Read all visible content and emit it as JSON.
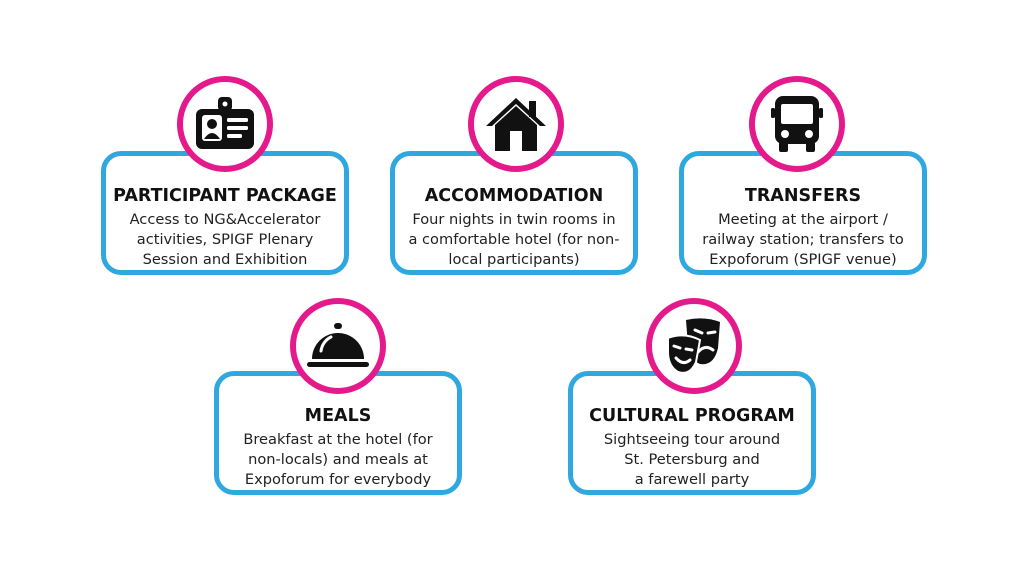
{
  "colors": {
    "card_border": "#2fa8e0",
    "icon_ring": "#e4198c",
    "text": "#111111",
    "background": "#ffffff"
  },
  "items": [
    {
      "icon": "id-badge-icon",
      "title": "PARTICIPANT PACKAGE",
      "lines": [
        "Access to NG&Accelerator",
        "activities, SPIGF Plenary",
        "Session and Exhibition"
      ]
    },
    {
      "icon": "house-icon",
      "title": "ACCOMMODATION",
      "lines": [
        "Four nights in twin rooms in",
        "a comfortable hotel (for non-",
        "local participants)"
      ]
    },
    {
      "icon": "bus-icon",
      "title": "TRANSFERS",
      "lines": [
        "Meeting at the airport /",
        "railway station; transfers to",
        "Expoforum (SPIGF venue)"
      ]
    },
    {
      "icon": "food-cloche-icon",
      "title": "MEALS",
      "lines": [
        "Breakfast at the hotel (for",
        "non-locals) and meals at",
        "Expoforum for everybody"
      ]
    },
    {
      "icon": "theater-masks-icon",
      "title": "CULTURAL PROGRAM",
      "lines": [
        "Sightseeing tour around",
        "St. Petersburg and",
        "a farewell party"
      ]
    }
  ]
}
